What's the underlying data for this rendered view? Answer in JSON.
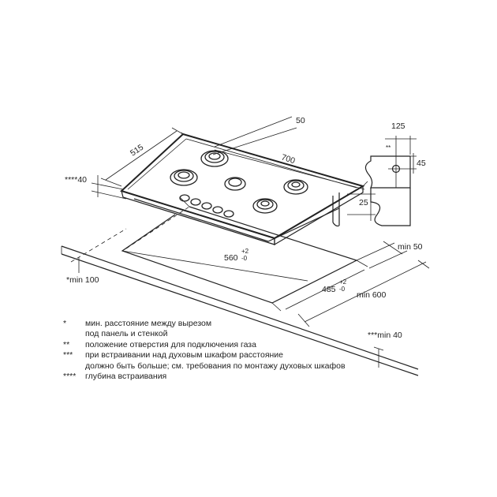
{
  "dimensions": {
    "depth": "515",
    "width": "700",
    "edge_offset": "50",
    "embed_depth": "****40",
    "cutout_width": "560",
    "cutout_width_tol_plus": "+2",
    "cutout_width_tol_minus": "-0",
    "cutout_depth": "485",
    "cutout_depth_tol_plus": "+2",
    "cutout_depth_tol_minus": "-0",
    "min_front": "min 50",
    "min_side": "*min 100",
    "min_worktop": "min 600",
    "min_oven": "***min 40",
    "gas_horizontal": "125",
    "gas_vertical": "45",
    "gas_marker": "**",
    "height": "25"
  },
  "notes": [
    {
      "mark": "*",
      "text": "мин. расстояние между вырезом\nпод панель и стенкой"
    },
    {
      "mark": "**",
      "text": "положение отверстия для подключения газа"
    },
    {
      "mark": "***",
      "text": "при встраивании над духовым шкафом расстояние\nдолжно быть больше; см. требования по монтажу духовых шкафов"
    },
    {
      "mark": "****",
      "text": "глубина встраивания"
    }
  ]
}
